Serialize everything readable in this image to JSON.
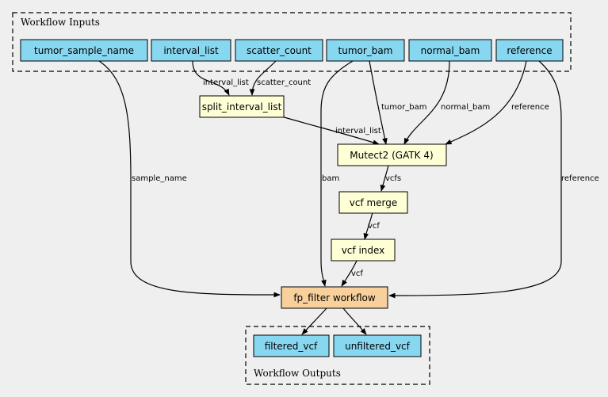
{
  "colors": {
    "background": "#efefef",
    "io_fill": "#87d7f0",
    "task_fill": "#ffffd6",
    "workflow_fill": "#f7d09c",
    "stroke": "#000000"
  },
  "clusters": {
    "inputs": "Workflow Inputs",
    "outputs": "Workflow Outputs"
  },
  "nodes": {
    "tumor_sample_name": "tumor_sample_name",
    "interval_list": "interval_list",
    "scatter_count": "scatter_count",
    "tumor_bam": "tumor_bam",
    "normal_bam": "normal_bam",
    "reference": "reference",
    "split_interval_list": "split_interval_list",
    "mutect2": "Mutect2 (GATK 4)",
    "vcf_merge": "vcf merge",
    "vcf_index": "vcf index",
    "fp_filter": "fp_filter workflow",
    "filtered_vcf": "filtered_vcf",
    "unfiltered_vcf": "unfiltered_vcf"
  },
  "edge_labels": {
    "interval_list_to_split": "interval_list",
    "scatter_count_to_split": "scatter_count",
    "tumor_bam_to_mutect": "tumor_bam",
    "normal_bam_to_mutect": "normal_bam",
    "reference_to_mutect": "reference",
    "split_to_mutect": "interval_list",
    "sample_name_to_fp": "sample_name",
    "bam_to_fp": "bam",
    "reference_to_fp": "reference",
    "mutect_to_merge": "vcfs",
    "merge_to_index": "vcf",
    "index_to_fp": "vcf"
  }
}
